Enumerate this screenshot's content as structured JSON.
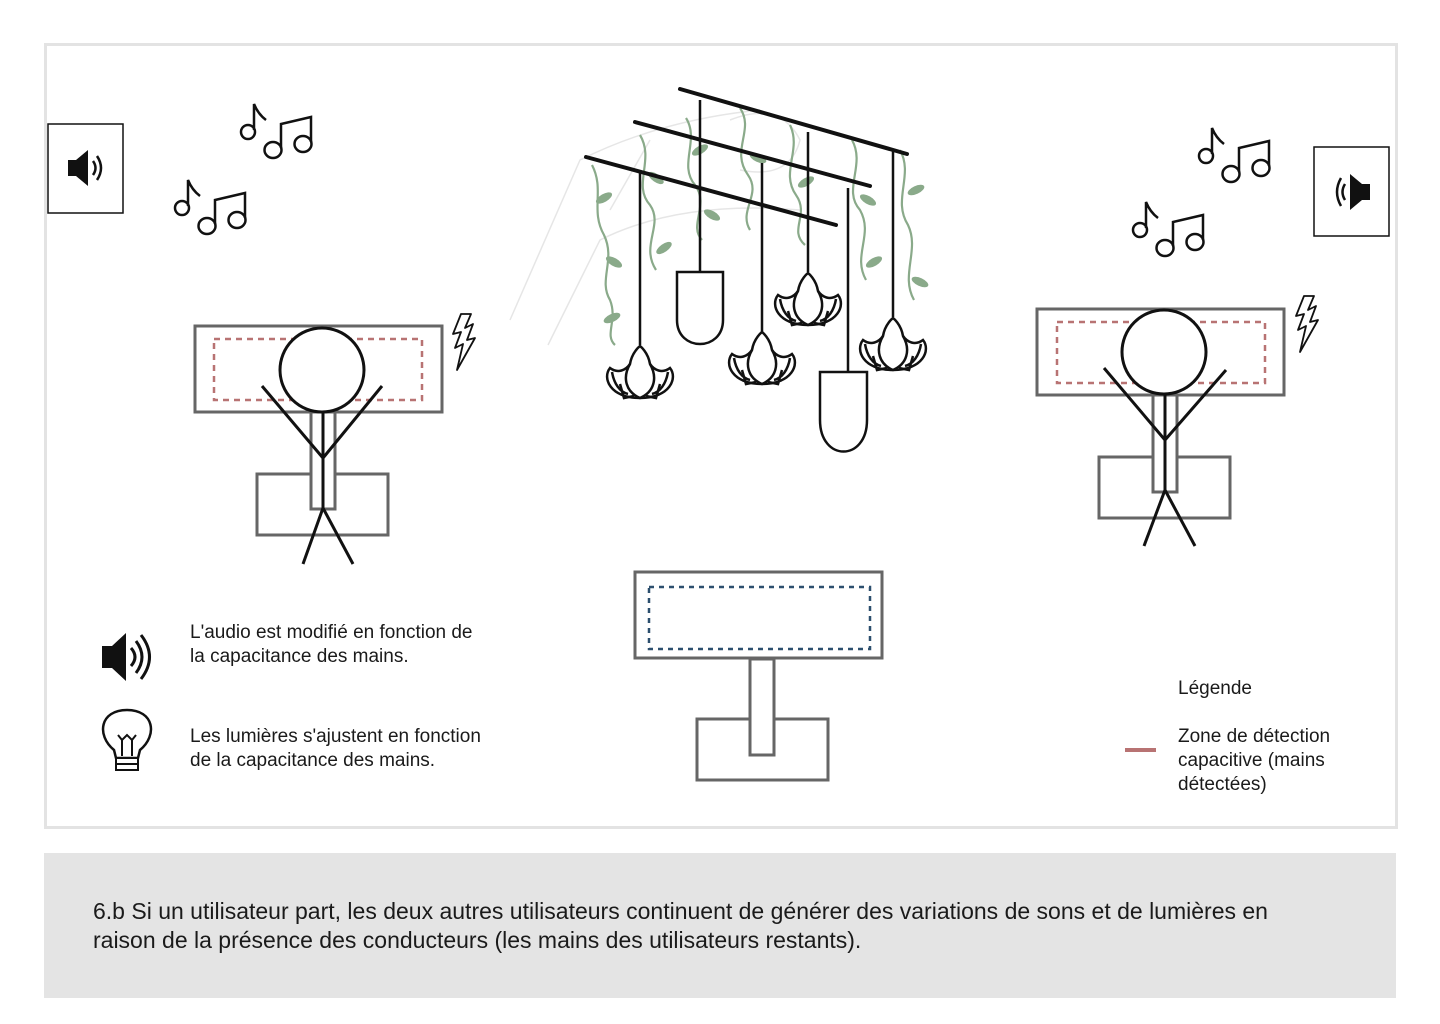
{
  "legend": {
    "audio_text": "L'audio est modifié en fonction de la capacitance des mains.",
    "light_text": "Les lumières s'ajustent en fonction de la capacitance des mains.",
    "title": "Légende",
    "zone_text": "Zone de détection capacitive (mains détectées)"
  },
  "caption": "6.b Si un utilisateur part, les deux autres utilisateurs continuent de générer des variations de sons et de lumières en raison de la présence des conducteurs (les mains des utilisateurs restants).",
  "colors": {
    "detection_zone": "#b87373",
    "inactive_zone": "#2c4f6e",
    "vines": "#8aaa8a",
    "outline": "#666666",
    "caption_bg": "#e4e4e4"
  },
  "icons": [
    "speaker-icon",
    "speaker-muted-icon",
    "music-notes-icon",
    "lightning-icon",
    "lightbulb-icon"
  ]
}
